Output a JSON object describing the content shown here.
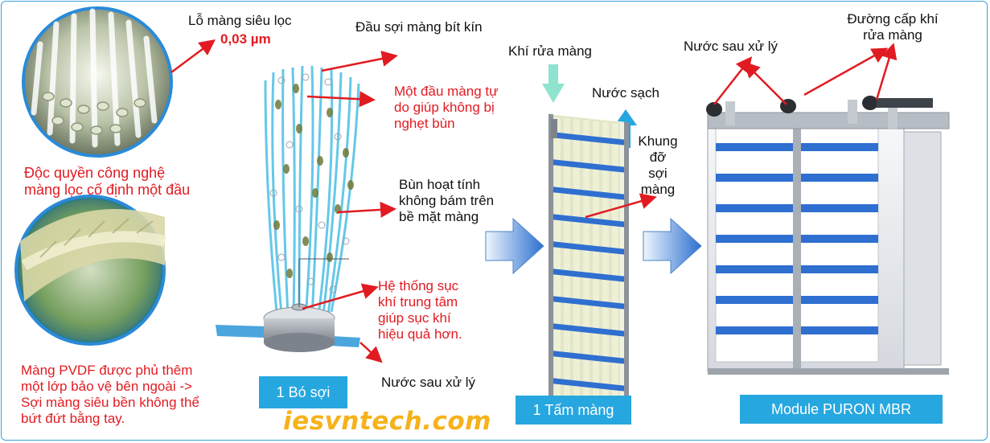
{
  "labels": {
    "pore_title": "Lỗ màng siêu lọc",
    "pore_value": "0,03 µm",
    "sealed_end": "Đầu sợi màng bít kín",
    "free_end": [
      "Một đầu màng tự",
      "do giúp không bị",
      "nghẹt bùn"
    ],
    "exclusive": [
      "Độc quyền công nghệ",
      "màng lọc cố định một đầu"
    ],
    "sludge": [
      "Bùn hoạt tính",
      "không bám trên",
      "bề mặt màng"
    ],
    "aeration": [
      "Hệ thống sục",
      "khí trung tâm",
      "giúp sục khí",
      "hiệu quả hơn."
    ],
    "pvdf": [
      "Màng PVDF được phủ thêm",
      "một lớp bảo vệ bên ngoài ->",
      "Sợi màng siêu bền không thể",
      "bứt đứt bằng tay."
    ],
    "treated_water_1": "Nước sau xử lý",
    "scour_air": "Khí rửa màng",
    "clean_water": "Nước sạch",
    "frame": [
      "Khung",
      "đỡ",
      "sợi",
      "màng"
    ],
    "treated_water_2": "Nước sau xử lý",
    "air_supply": [
      "Đường cấp khí",
      "rửa màng"
    ]
  },
  "boxes": {
    "bundle": "1 Bó sợi",
    "panel": "1 Tấm màng",
    "module": "Module PURON MBR"
  },
  "watermark": "iesvntech.com",
  "colors": {
    "accent_red": "#e11b22",
    "label_blue": "#27a7df",
    "frame_blue": "#2f6fd0",
    "watermark": "#f6b21a"
  }
}
